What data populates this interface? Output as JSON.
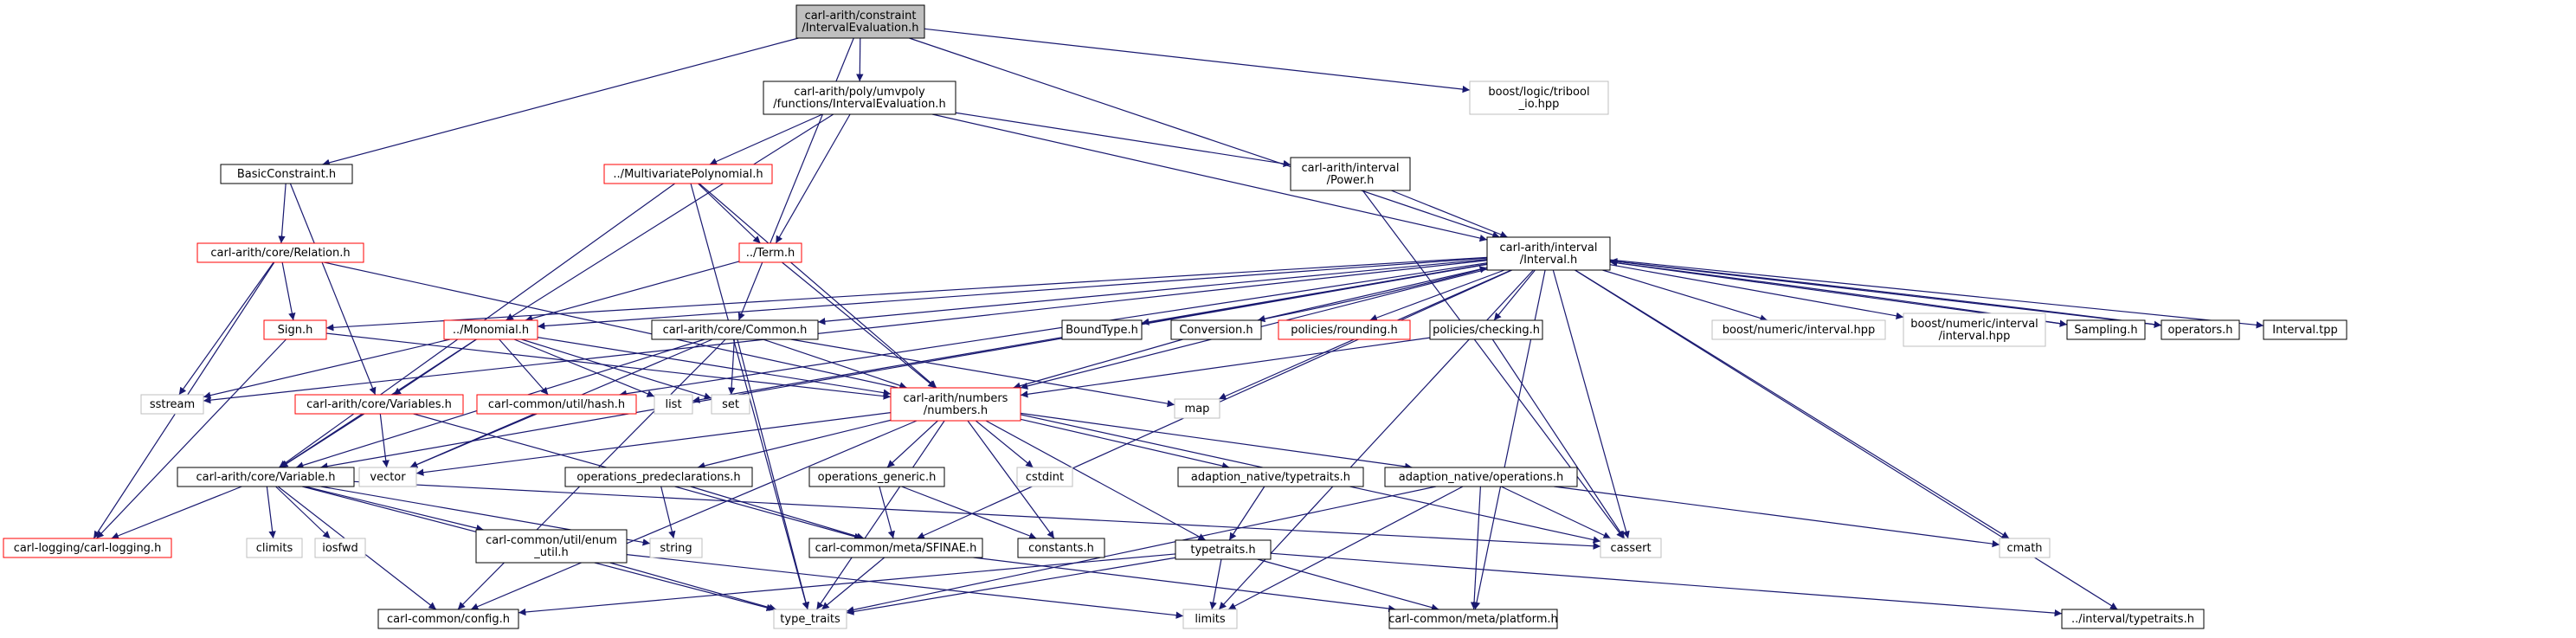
{
  "colors": {
    "edge": "#191970",
    "node_border": "#000000",
    "node_red_border": "#ff0000",
    "node_gray_border": "#bfbfbf",
    "root_fill": "#bfbfbf",
    "node_fill": "#ffffff"
  },
  "nodes": [
    {
      "id": "root",
      "lines": [
        "carl-arith/constraint",
        "/IntervalEvaluation.h"
      ],
      "style": "root"
    },
    {
      "id": "ie",
      "lines": [
        "carl-arith/poly/umvpoly",
        "/functions/IntervalEvaluation.h"
      ],
      "style": "black"
    },
    {
      "id": "tribool",
      "lines": [
        "boost/logic/tribool",
        "_io.hpp"
      ],
      "style": "gray"
    },
    {
      "id": "bc",
      "lines": [
        "BasicConstraint.h"
      ],
      "style": "black"
    },
    {
      "id": "mvp",
      "lines": [
        "../MultivariatePolynomial.h"
      ],
      "style": "red"
    },
    {
      "id": "power",
      "lines": [
        "carl-arith/interval",
        "/Power.h"
      ],
      "style": "black"
    },
    {
      "id": "relation",
      "lines": [
        "carl-arith/core/Relation.h"
      ],
      "style": "red"
    },
    {
      "id": "term",
      "lines": [
        "../Term.h"
      ],
      "style": "red"
    },
    {
      "id": "interval",
      "lines": [
        "carl-arith/interval",
        "/Interval.h"
      ],
      "style": "black"
    },
    {
      "id": "sign",
      "lines": [
        "Sign.h"
      ],
      "style": "red"
    },
    {
      "id": "monomial",
      "lines": [
        "../Monomial.h"
      ],
      "style": "red"
    },
    {
      "id": "common",
      "lines": [
        "carl-arith/core/Common.h"
      ],
      "style": "black"
    },
    {
      "id": "boundtype",
      "lines": [
        "BoundType.h"
      ],
      "style": "black"
    },
    {
      "id": "conversion",
      "lines": [
        "Conversion.h"
      ],
      "style": "black"
    },
    {
      "id": "rounding",
      "lines": [
        "policies/rounding.h"
      ],
      "style": "red"
    },
    {
      "id": "checking",
      "lines": [
        "policies/checking.h"
      ],
      "style": "black"
    },
    {
      "id": "bni",
      "lines": [
        "boost/numeric/interval.hpp"
      ],
      "style": "gray"
    },
    {
      "id": "bnii",
      "lines": [
        "boost/numeric/interval",
        "/interval.hpp"
      ],
      "style": "gray"
    },
    {
      "id": "sampling",
      "lines": [
        "Sampling.h"
      ],
      "style": "black"
    },
    {
      "id": "operators",
      "lines": [
        "operators.h"
      ],
      "style": "black"
    },
    {
      "id": "itpp",
      "lines": [
        "Interval.tpp"
      ],
      "style": "black"
    },
    {
      "id": "sstream",
      "lines": [
        "sstream"
      ],
      "style": "gray"
    },
    {
      "id": "variables",
      "lines": [
        "carl-arith/core/Variables.h"
      ],
      "style": "red"
    },
    {
      "id": "hash",
      "lines": [
        "carl-common/util/hash.h"
      ],
      "style": "red"
    },
    {
      "id": "list",
      "lines": [
        "list"
      ],
      "style": "gray"
    },
    {
      "id": "set",
      "lines": [
        "set"
      ],
      "style": "gray"
    },
    {
      "id": "numbers",
      "lines": [
        "carl-arith/numbers",
        "/numbers.h"
      ],
      "style": "red"
    },
    {
      "id": "map",
      "lines": [
        "map"
      ],
      "style": "gray"
    },
    {
      "id": "vector",
      "lines": [
        "vector"
      ],
      "style": "gray"
    },
    {
      "id": "variable",
      "lines": [
        "carl-arith/core/Variable.h"
      ],
      "style": "black"
    },
    {
      "id": "opdecl",
      "lines": [
        "operations_predeclarations.h"
      ],
      "style": "black"
    },
    {
      "id": "opgen",
      "lines": [
        "operations_generic.h"
      ],
      "style": "black"
    },
    {
      "id": "cstdint",
      "lines": [
        "cstdint"
      ],
      "style": "gray"
    },
    {
      "id": "antt",
      "lines": [
        "adaption_native/typetraits.h"
      ],
      "style": "black"
    },
    {
      "id": "anops",
      "lines": [
        "adaption_native/operations.h"
      ],
      "style": "black"
    },
    {
      "id": "logging",
      "lines": [
        "carl-logging/carl-logging.h"
      ],
      "style": "red"
    },
    {
      "id": "climits",
      "lines": [
        "climits"
      ],
      "style": "gray"
    },
    {
      "id": "iosfwd",
      "lines": [
        "iosfwd"
      ],
      "style": "gray"
    },
    {
      "id": "enumutil",
      "lines": [
        "carl-common/util/enum",
        "_util.h"
      ],
      "style": "black"
    },
    {
      "id": "string",
      "lines": [
        "string"
      ],
      "style": "gray"
    },
    {
      "id": "sfinae",
      "lines": [
        "carl-common/meta/SFINAE.h"
      ],
      "style": "black"
    },
    {
      "id": "constants",
      "lines": [
        "constants.h"
      ],
      "style": "black"
    },
    {
      "id": "typetraits",
      "lines": [
        "typetraits.h"
      ],
      "style": "black"
    },
    {
      "id": "cassert",
      "lines": [
        "cassert"
      ],
      "style": "gray"
    },
    {
      "id": "cmath",
      "lines": [
        "cmath"
      ],
      "style": "gray"
    },
    {
      "id": "config",
      "lines": [
        "carl-common/config.h"
      ],
      "style": "black"
    },
    {
      "id": "type_traits",
      "lines": [
        "type_traits"
      ],
      "style": "gray"
    },
    {
      "id": "limits",
      "lines": [
        "limits"
      ],
      "style": "gray"
    },
    {
      "id": "platform",
      "lines": [
        "carl-common/meta/platform.h"
      ],
      "style": "black"
    },
    {
      "id": "itt",
      "lines": [
        "../interval/typetraits.h"
      ],
      "style": "black"
    }
  ],
  "edges": [
    [
      "root",
      "ie"
    ],
    [
      "root",
      "bc"
    ],
    [
      "root",
      "tribool"
    ],
    [
      "root",
      "interval"
    ],
    [
      "root",
      "common"
    ],
    [
      "ie",
      "mvp"
    ],
    [
      "ie",
      "power"
    ],
    [
      "ie",
      "interval"
    ],
    [
      "ie",
      "term"
    ],
    [
      "ie",
      "monomial"
    ],
    [
      "bc",
      "relation"
    ],
    [
      "bc",
      "variables"
    ],
    [
      "relation",
      "sign"
    ],
    [
      "relation",
      "logging"
    ],
    [
      "relation",
      "sstream"
    ],
    [
      "relation",
      "cassert"
    ],
    [
      "mvp",
      "term"
    ],
    [
      "mvp",
      "numbers"
    ],
    [
      "mvp",
      "variable"
    ],
    [
      "mvp",
      "type_traits"
    ],
    [
      "power",
      "interval"
    ],
    [
      "power",
      "cassert"
    ],
    [
      "term",
      "monomial"
    ],
    [
      "term",
      "numbers"
    ],
    [
      "interval",
      "sign"
    ],
    [
      "interval",
      "monomial"
    ],
    [
      "interval",
      "common"
    ],
    [
      "interval",
      "boundtype"
    ],
    [
      "interval",
      "conversion"
    ],
    [
      "interval",
      "rounding"
    ],
    [
      "interval",
      "checking"
    ],
    [
      "interval",
      "bni"
    ],
    [
      "interval",
      "bnii"
    ],
    [
      "interval",
      "sampling"
    ],
    [
      "interval",
      "operators"
    ],
    [
      "interval",
      "itpp"
    ],
    [
      "interval",
      "sstream"
    ],
    [
      "interval",
      "list"
    ],
    [
      "interval",
      "numbers"
    ],
    [
      "interval",
      "map"
    ],
    [
      "interval",
      "hash"
    ],
    [
      "interval",
      "variable"
    ],
    [
      "interval",
      "sfinae"
    ],
    [
      "interval",
      "cassert"
    ],
    [
      "interval",
      "cmath"
    ],
    [
      "interval",
      "limits"
    ],
    [
      "interval",
      "platform"
    ],
    [
      "interval",
      "itt"
    ],
    [
      "sampling",
      "interval"
    ],
    [
      "operators",
      "interval"
    ],
    [
      "conversion",
      "interval"
    ],
    [
      "conversion",
      "numbers"
    ],
    [
      "checking",
      "numbers"
    ],
    [
      "checking",
      "cassert"
    ],
    [
      "sign",
      "numbers"
    ],
    [
      "sign",
      "logging"
    ],
    [
      "monomial",
      "sstream"
    ],
    [
      "monomial",
      "variables"
    ],
    [
      "monomial",
      "hash"
    ],
    [
      "monomial",
      "list"
    ],
    [
      "monomial",
      "set"
    ],
    [
      "monomial",
      "numbers"
    ],
    [
      "monomial",
      "variable"
    ],
    [
      "common",
      "set"
    ],
    [
      "common",
      "map"
    ],
    [
      "common",
      "numbers"
    ],
    [
      "common",
      "vector"
    ],
    [
      "common",
      "variable"
    ],
    [
      "common",
      "config"
    ],
    [
      "common",
      "type_traits"
    ],
    [
      "variables",
      "vector"
    ],
    [
      "variables",
      "variable"
    ],
    [
      "variables",
      "sfinae"
    ],
    [
      "hash",
      "vector"
    ],
    [
      "numbers",
      "vector"
    ],
    [
      "numbers",
      "opdecl"
    ],
    [
      "numbers",
      "opgen"
    ],
    [
      "numbers",
      "cstdint"
    ],
    [
      "numbers",
      "antt"
    ],
    [
      "numbers",
      "anops"
    ],
    [
      "numbers",
      "constants"
    ],
    [
      "numbers",
      "typetraits"
    ],
    [
      "numbers",
      "type_traits"
    ],
    [
      "numbers",
      "config"
    ],
    [
      "variable",
      "logging"
    ],
    [
      "variable",
      "climits"
    ],
    [
      "variable",
      "iosfwd"
    ],
    [
      "variable",
      "enumutil"
    ],
    [
      "variable",
      "string"
    ],
    [
      "variable",
      "cassert"
    ],
    [
      "variable",
      "config"
    ],
    [
      "variable",
      "type_traits"
    ],
    [
      "opdecl",
      "string"
    ],
    [
      "opdecl",
      "sfinae"
    ],
    [
      "opgen",
      "sfinae"
    ],
    [
      "opgen",
      "constants"
    ],
    [
      "antt",
      "typetraits"
    ],
    [
      "anops",
      "cassert"
    ],
    [
      "anops",
      "cmath"
    ],
    [
      "anops",
      "type_traits"
    ],
    [
      "anops",
      "limits"
    ],
    [
      "anops",
      "platform"
    ],
    [
      "enumutil",
      "type_traits"
    ],
    [
      "enumutil",
      "limits"
    ],
    [
      "sfinae",
      "type_traits"
    ],
    [
      "sfinae",
      "platform"
    ],
    [
      "typetraits",
      "type_traits"
    ],
    [
      "typetraits",
      "config"
    ],
    [
      "typetraits",
      "limits"
    ],
    [
      "typetraits",
      "platform"
    ],
    [
      "typetraits",
      "itt"
    ]
  ]
}
